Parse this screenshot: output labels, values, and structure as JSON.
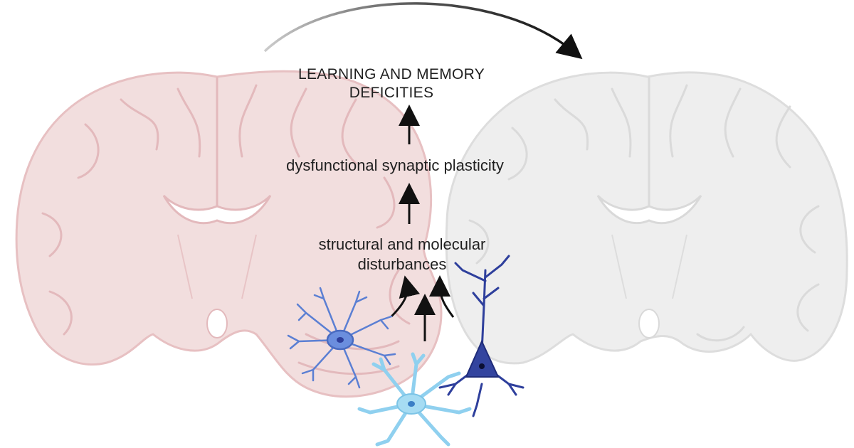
{
  "labels": {
    "top_line1": "LEARNING AND MEMORY",
    "top_line2": "DEFICITIES",
    "middle": "dysfunctional synaptic plasticity",
    "lower_line1": "structural and molecular",
    "lower_line2": "disturbances"
  },
  "colors": {
    "affected_brain": "#f2dede",
    "affected_brain_outline": "#e7c0c2",
    "healthy_brain": "#eeeeee",
    "healthy_brain_outline": "#dddddd",
    "microglia": "#5b7fd3",
    "astrocyte": "#8fd0ef",
    "neuron": "#2e3f9c",
    "arrow": "#111111"
  },
  "icons": [
    "coronal-brain-section",
    "microglia-cell",
    "astrocyte-cell",
    "pyramidal-neuron"
  ]
}
